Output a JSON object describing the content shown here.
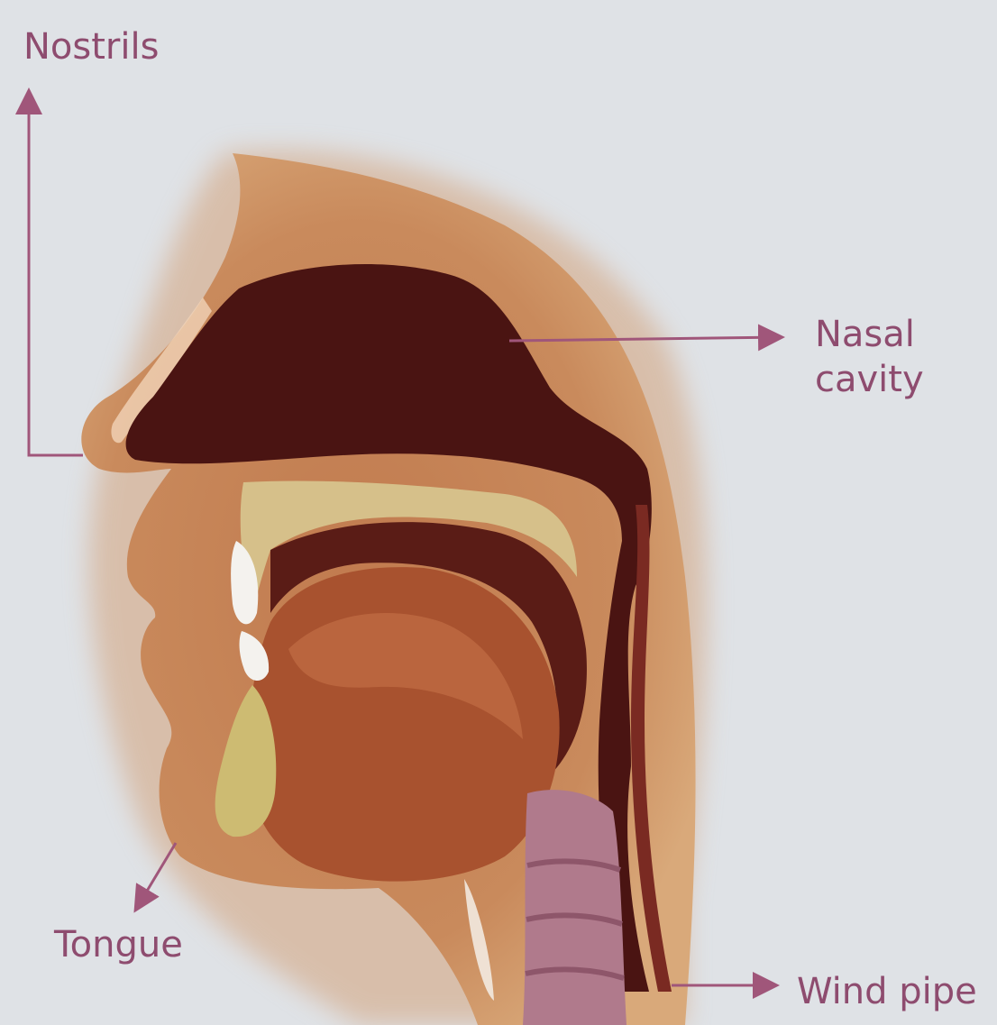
{
  "labels": {
    "nostrils": "Nostrils",
    "nasal_cavity_line1": "Nasal",
    "nasal_cavity_line2": "cavity",
    "tongue": "Tongue",
    "wind_pipe": "Wind pipe"
  },
  "colors": {
    "background": "#dfe2e6",
    "label_text": "#8e4c6f",
    "pointer_lines": "#a0567a",
    "skin": "#c98a5c",
    "cavity": "#4a1412",
    "tongue": "#9c4a33",
    "bone": "#d6c08a",
    "windpipe": "#b07a8c"
  }
}
